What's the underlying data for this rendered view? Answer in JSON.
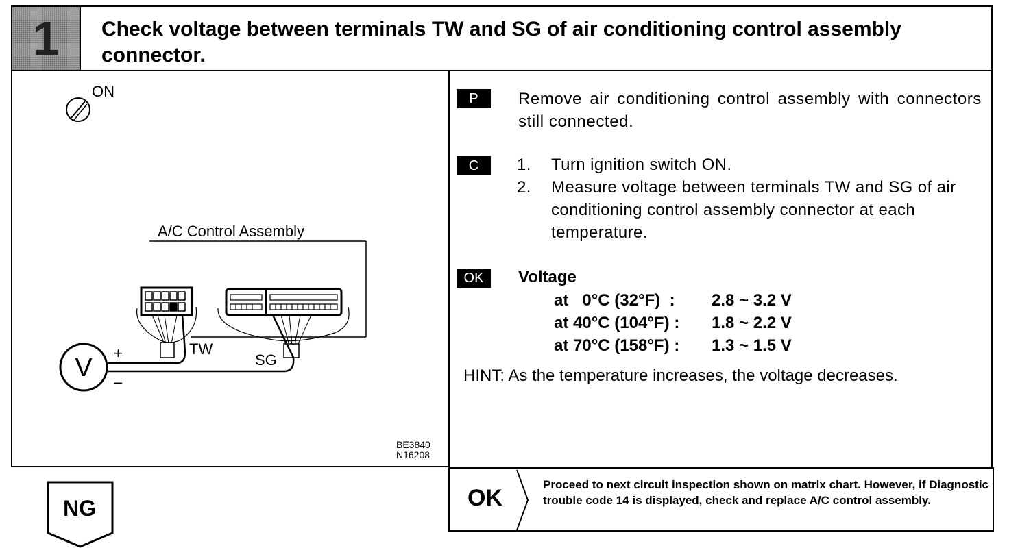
{
  "header": {
    "step_number": "1",
    "title": "Check voltage between terminals TW and SG of air conditioning control assembly connector."
  },
  "diagram": {
    "ignition_label": "ON",
    "assembly_label": "A/C Control Assembly",
    "voltmeter_label": "V",
    "plus_label": "+",
    "minus_label": "–",
    "tw_label": "TW",
    "sg_label": "SG",
    "code_1": "BE3840",
    "code_2": "N16208",
    "icons": [
      "ignition-key-icon",
      "voltmeter-icon",
      "connector-icon"
    ]
  },
  "instructions": {
    "prep": {
      "badge": "P",
      "text": "Remove air conditioning control assembly with connectors still connected."
    },
    "check": {
      "badge": "C",
      "steps": [
        {
          "num": "1.",
          "text": "Turn ignition switch ON."
        },
        {
          "num": "2.",
          "text": "Measure voltage between terminals TW and SG of air conditioning control assembly connector at each temperature."
        }
      ]
    },
    "ok": {
      "badge": "OK",
      "heading": "Voltage",
      "rows": [
        {
          "temp": "at   0°C (32°F)  :",
          "value": "2.8 ~ 3.2 V"
        },
        {
          "temp": "at 40°C (104°F) :",
          "value": "1.8 ~ 2.2 V"
        },
        {
          "temp": "at 70°C (158°F) :",
          "value": "1.3 ~ 1.5 V"
        }
      ]
    },
    "hint": "HINT: As the temperature increases, the voltage decreases."
  },
  "footer": {
    "ng_label": "NG",
    "ok_label": "OK",
    "ok_text": "Proceed to next circuit inspection shown on matrix chart. However, if Diagnostic trouble code 14 is displayed, check and replace A/C control assembly."
  }
}
